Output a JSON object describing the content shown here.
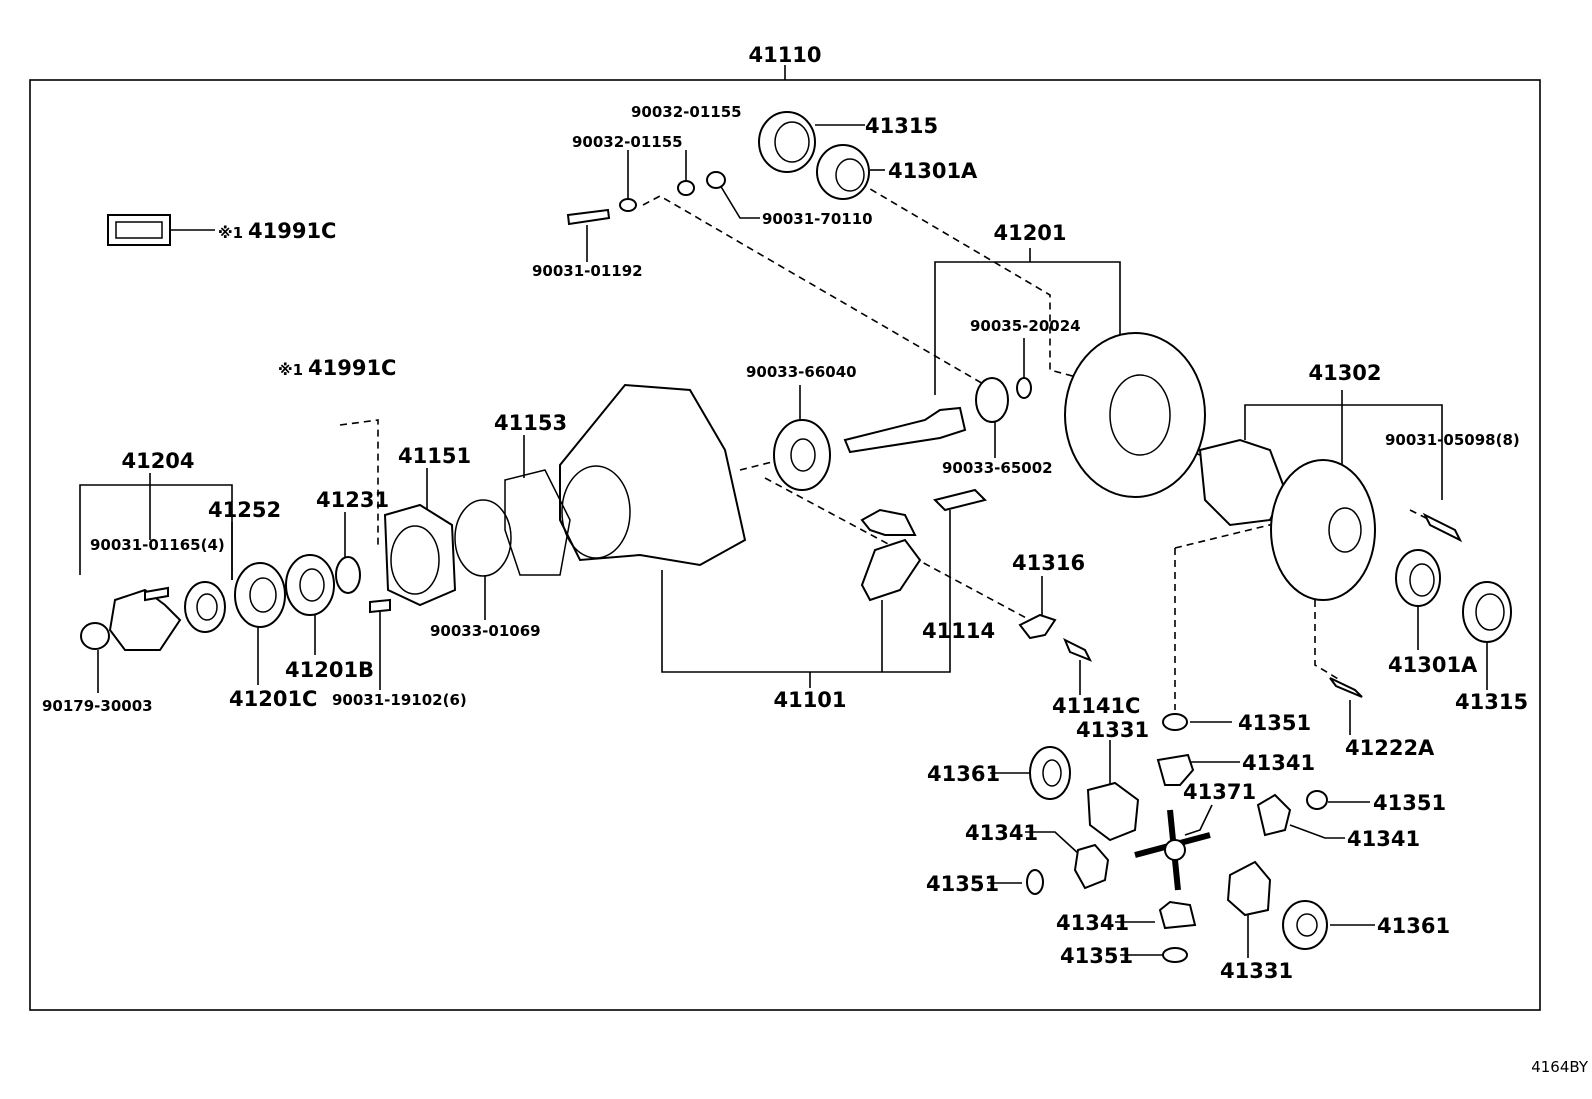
{
  "diagram_code": "4164BY",
  "labels": {
    "l41110": "41110",
    "l41315a": "41315",
    "l41301a_top": "41301A",
    "l90032a": "90032-01155",
    "l90032b": "90032-01155",
    "l90031_70110": "90031-70110",
    "l90031_01192": "90031-01192",
    "l41991c_top": "41991C",
    "l41991c_mid": "41991C",
    "mark1": "※1",
    "mark2": "※1",
    "l41201": "41201",
    "l90035": "90035-20024",
    "l90033_66040": "90033-66040",
    "l90033_65002": "90033-65002",
    "l41302": "41302",
    "l90031_05098": "90031-05098(8)",
    "l41204": "41204",
    "l41252": "41252",
    "l90031_01165": "90031-01165(4)",
    "l41231": "41231",
    "l41151": "41151",
    "l41153": "41153",
    "l41316": "41316",
    "l41114": "41114",
    "l41101": "41101",
    "l41141c": "41141C",
    "l90033_01069": "90033-01069",
    "l41201b": "41201B",
    "l90031_19102": "90031-19102(6)",
    "l41201c": "41201C",
    "l90179": "90179-30003",
    "l41301a_bot": "41301A",
    "l41315b": "41315",
    "l41351a": "41351",
    "l41222a": "41222A",
    "l41331a": "41331",
    "l41341a": "41341",
    "l41361a": "41361",
    "l41371": "41371",
    "l41351b": "41351",
    "l41341b": "41341",
    "l41341c": "41341",
    "l41351c": "41351",
    "l41341d": "41341",
    "l41351d": "41351",
    "l41361b": "41361",
    "l41331b": "41331"
  }
}
